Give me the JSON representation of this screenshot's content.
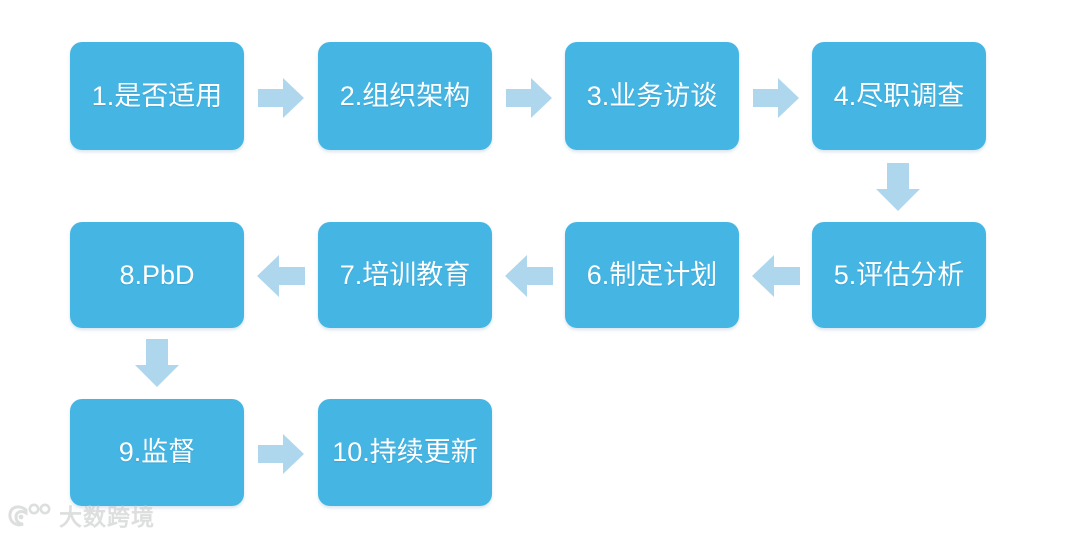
{
  "diagram": {
    "type": "flowchart",
    "orientation": "serpentine-horizontal",
    "background_color": "#ffffff",
    "node_color": "#45b6e4",
    "node_text_color": "#ffffff",
    "arrow_color": "#aed7ee",
    "nodes": [
      {
        "id": "n1",
        "label": "1.是否适用",
        "row": 1,
        "col": 1
      },
      {
        "id": "n2",
        "label": "2.组织架构",
        "row": 1,
        "col": 2
      },
      {
        "id": "n3",
        "label": "3.业务访谈",
        "row": 1,
        "col": 3
      },
      {
        "id": "n4",
        "label": "4.尽职调查",
        "row": 1,
        "col": 4
      },
      {
        "id": "n5",
        "label": "5.评估分析",
        "row": 2,
        "col": 4
      },
      {
        "id": "n6",
        "label": "6.制定计划",
        "row": 2,
        "col": 3
      },
      {
        "id": "n7",
        "label": "7.培训教育",
        "row": 2,
        "col": 2
      },
      {
        "id": "n8",
        "label": "8.PbD",
        "row": 2,
        "col": 1
      },
      {
        "id": "n9",
        "label": "9.监督",
        "row": 3,
        "col": 1
      },
      {
        "id": "n10",
        "label": "10.持续更新",
        "row": 3,
        "col": 2
      }
    ],
    "connectors": [
      {
        "id": "a1",
        "from": "n1",
        "to": "n2",
        "direction": "right"
      },
      {
        "id": "a2",
        "from": "n2",
        "to": "n3",
        "direction": "right"
      },
      {
        "id": "a3",
        "from": "n3",
        "to": "n4",
        "direction": "right"
      },
      {
        "id": "a4",
        "from": "n4",
        "to": "n5",
        "direction": "down"
      },
      {
        "id": "a5",
        "from": "n5",
        "to": "n6",
        "direction": "left"
      },
      {
        "id": "a6",
        "from": "n6",
        "to": "n7",
        "direction": "left"
      },
      {
        "id": "a7",
        "from": "n7",
        "to": "n8",
        "direction": "left"
      },
      {
        "id": "a8",
        "from": "n8",
        "to": "n9",
        "direction": "down"
      },
      {
        "id": "a9",
        "from": "n9",
        "to": "n10",
        "direction": "right"
      }
    ]
  },
  "watermark": {
    "text": "大数跨境",
    "logo_name": "dashu-kuajing-logo",
    "color": "#c9cccd"
  }
}
